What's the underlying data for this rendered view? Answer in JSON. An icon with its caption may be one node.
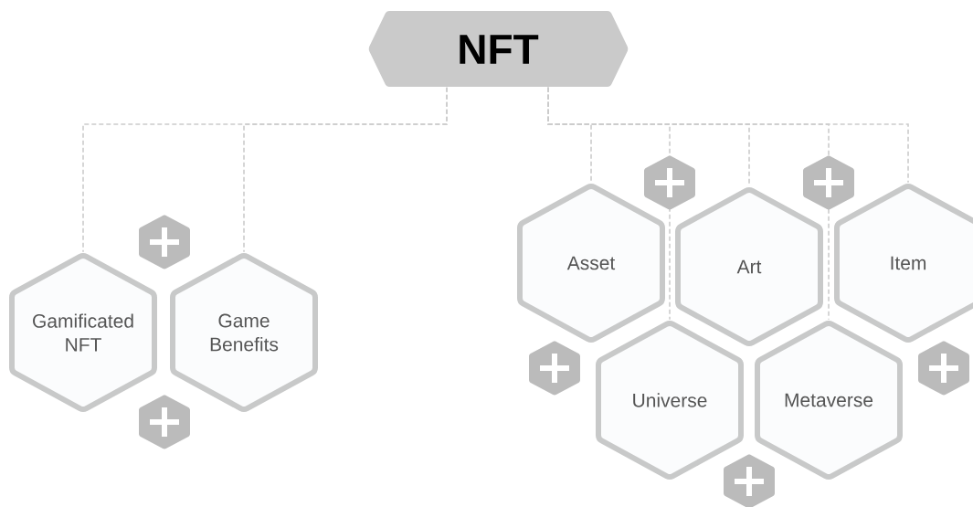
{
  "diagram": {
    "nodes": [
      {
        "text": [
          "NFT"
        ]
      },
      {
        "text": [
          "Gamificated NFT"
        ]
      },
      {
        "text": [
          "Game Benefits"
        ]
      },
      {
        "text": [
          "Asset"
        ]
      },
      {
        "text": [
          "Art"
        ]
      },
      {
        "text": [
          "Item"
        ]
      },
      {
        "text": [
          "Universe"
        ]
      },
      {
        "text": [
          "Metaverse"
        ]
      }
    ],
    "edges": [
      {
        "from": 0,
        "to": 1,
        "arrow": "none",
        "style": "dashed"
      },
      {
        "from": 0,
        "to": 2,
        "arrow": "none",
        "style": "dashed"
      },
      {
        "from": 0,
        "to": 3,
        "arrow": "none",
        "style": "dashed"
      },
      {
        "from": 0,
        "to": 6,
        "arrow": "none",
        "style": "dashed"
      },
      {
        "from": 0,
        "to": 4,
        "arrow": "none",
        "style": "dashed"
      },
      {
        "from": 0,
        "to": 7,
        "arrow": "none",
        "style": "dashed"
      },
      {
        "from": 0,
        "to": 5,
        "arrow": "none",
        "style": "dashed"
      }
    ]
  }
}
